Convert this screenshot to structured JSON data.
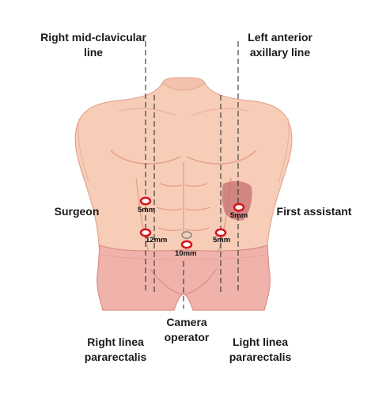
{
  "labels": {
    "right_mid_clavicular_line": [
      "Right mid-clavicular",
      "line"
    ],
    "left_anterior_axillary_line": [
      "Left anterior",
      "axillary line"
    ],
    "surgeon": "Surgeon",
    "first_assistant": "First assistant",
    "camera_operator": [
      "Camera",
      "operator"
    ],
    "right_linea_pararectalis": [
      "Right linea",
      "pararectalis"
    ],
    "light_linea_pararectalis": [
      "Light linea",
      "pararectalis"
    ]
  },
  "ports": {
    "upper_right": "5mm",
    "lower_right": "12mm",
    "umbilical": "10mm",
    "lower_left": "5mm",
    "upper_left": "5mm"
  },
  "colors": {
    "skin": "#f7cdb8",
    "skin_shadow": "#e7a995",
    "shorts": "#f0b3ab",
    "shorts_shadow": "#d98e88",
    "port_ring": "#d8141c",
    "camera_port_ring": "#8a8a8a",
    "liver_patch": "#c56d6f",
    "guide_line": "#333333"
  }
}
